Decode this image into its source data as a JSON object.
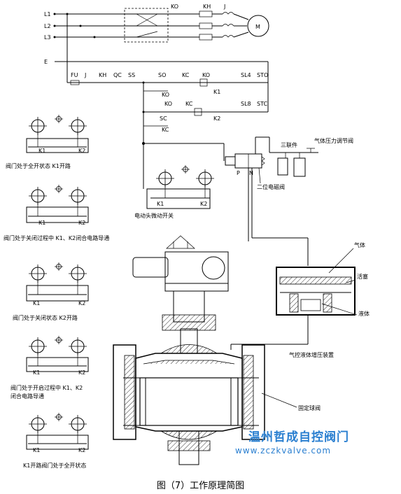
{
  "labels": {
    "L1": "L1",
    "L2": "L2",
    "L3": "L3",
    "E": "E",
    "KO_top": "KO",
    "KH_top": "KH",
    "J_top": "J",
    "M": "M",
    "FU": "FU",
    "J": "J",
    "KH": "KH",
    "QC": "QC",
    "SS": "SS",
    "SO": "SO",
    "KC": "KC",
    "KO": "KO",
    "SL4": "SL4",
    "STO": "STO",
    "KO_contact": "KO",
    "K1": "K1",
    "KO_row2": "KO",
    "KC_row2": "KC",
    "SL8": "SL8",
    "STC": "STC",
    "SC": "SC",
    "KC_contact": "KC",
    "K2": "K2"
  },
  "annotations": {
    "triplet": "三联件",
    "pressure_valve": "气体压力调节阀",
    "P": "P",
    "N": "N",
    "solenoid": "二位电磁阀",
    "micro_switch": "电动头微动开关",
    "gas": "气体",
    "piston": "活塞",
    "liquid": "液体",
    "booster": "气控液体增压装置",
    "ball_valve": "固定球阀"
  },
  "side_panels": [
    {
      "k1": "K1",
      "k2": "K2",
      "caption_lines": [
        "阀门处于全开状态 K1开路"
      ]
    },
    {
      "k1": "K1",
      "k2": "K2",
      "caption_lines": [
        "阀门处于关闭过程中 K1、K2闭合电路导通"
      ]
    },
    {
      "k1": "K1",
      "k2": "K2",
      "caption_lines": [
        "阀门处于关闭状态 K2开路"
      ]
    },
    {
      "k1": "K1",
      "k2": "K2",
      "caption_lines": [
        "阀门处于开启过程中 K1、K2",
        "闭合电路导通"
      ]
    },
    {
      "k1": "K1",
      "k2": "K2",
      "caption_lines": [
        "K1开路阀门处于全开状态"
      ]
    }
  ],
  "micro_switch_panel": {
    "k1": "K1",
    "k2": "K2"
  },
  "watermark": {
    "name": "温州哲成自控阀门",
    "url": "www.zczkvalve.com"
  },
  "figure_title": "图（7）工作原理简图"
}
